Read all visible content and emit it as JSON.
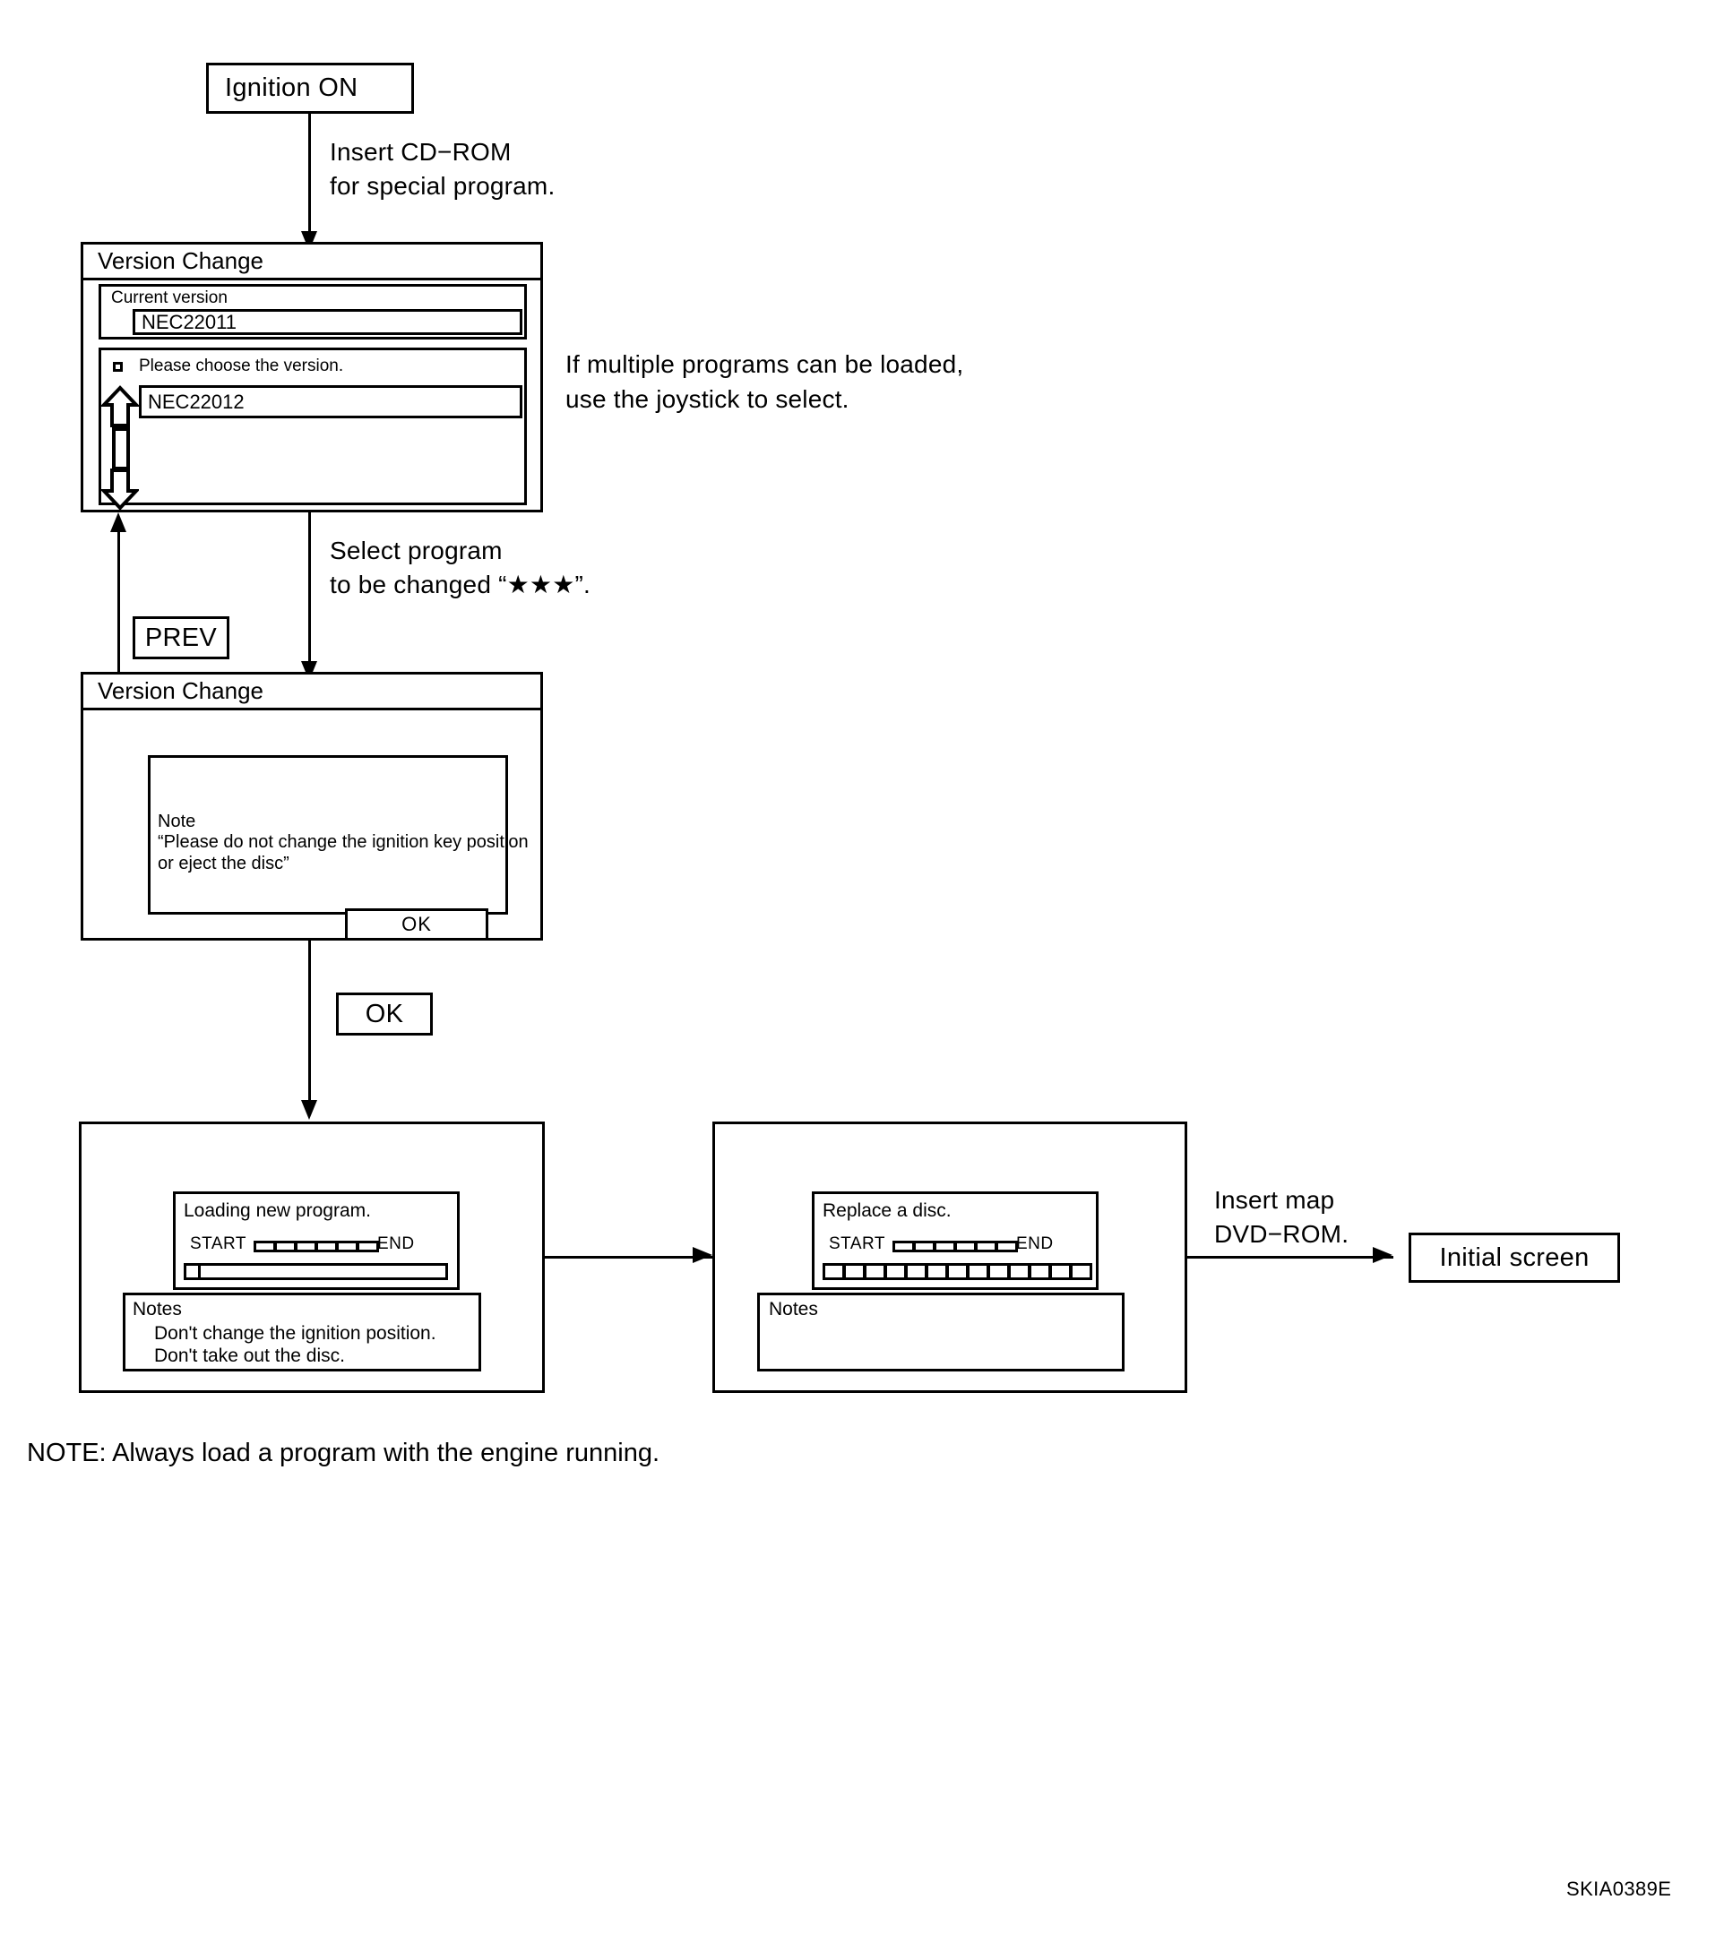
{
  "figure": {
    "code": "SKIA0389E",
    "footer_note": "NOTE: Always load a program with the engine running."
  },
  "nodes": {
    "ignition_on": "Ignition ON",
    "initial_screen": "Initial screen",
    "prev_button": "PREV",
    "ok_button": "OK"
  },
  "annotations": {
    "insert_cdrom_line1": "Insert CD−ROM",
    "insert_cdrom_line2": "for special program.",
    "multiple_programs_line1": "If multiple programs can be loaded,",
    "multiple_programs_line2": "use the joystick to select.",
    "select_program_line1": "Select program",
    "select_program_line2": "to be changed “★★★”.",
    "insert_map_line1": "Insert map",
    "insert_map_line2": "DVD−ROM."
  },
  "dialog_version_select": {
    "title": "Version Change",
    "current_version_label": "Current version",
    "current_version_value": "NEC22011",
    "choose_prompt": "Please choose the version.",
    "selectable_version": "NEC22012",
    "scroll_up_icon": "arrow-up-icon",
    "scroll_thumb_icon": "scroll-thumb-icon",
    "scroll_down_icon": "arrow-down-icon"
  },
  "dialog_confirm": {
    "title": "Version Change",
    "note_heading": "Note",
    "note_line1": "“Please do not change the ignition key position",
    "note_line2": "or eject the disc”",
    "ok_label": "OK"
  },
  "screen_loading": {
    "message": "Loading new program.",
    "progress": {
      "start_label": "START",
      "end_label": "END",
      "tick_count": 6,
      "fill_percent": 5,
      "style": "single-fill"
    },
    "notes_title": "Notes",
    "notes_line1": "Don't change the ignition position.",
    "notes_line2": "Don't take out the disc."
  },
  "screen_replace_disc": {
    "message": "Replace a disc.",
    "progress": {
      "start_label": "START",
      "end_label": "END",
      "tick_count": 6,
      "segment_count": 15,
      "fill_percent": 100,
      "style": "segmented"
    },
    "notes_title": "Notes",
    "notes_line1": "",
    "notes_line2": ""
  },
  "colors": {
    "ink": "#000000",
    "paper": "#ffffff"
  }
}
